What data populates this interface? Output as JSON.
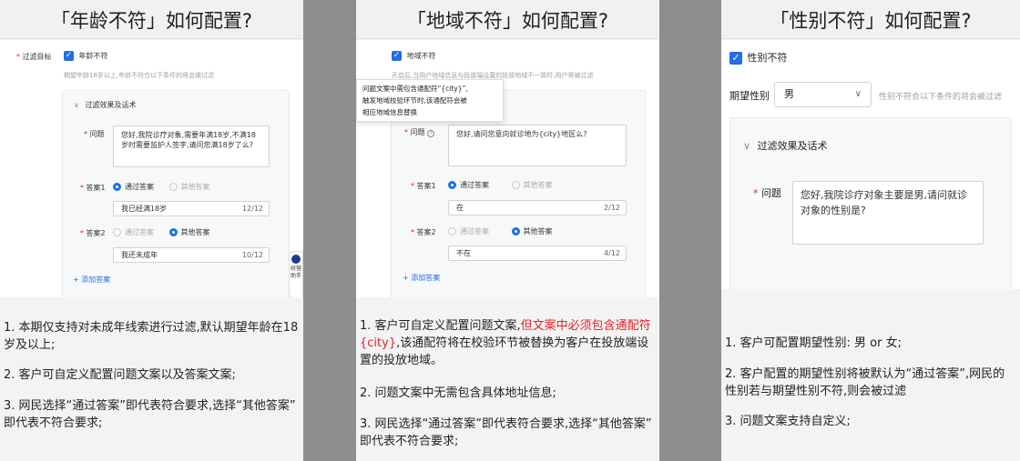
{
  "age": {
    "title": "「年龄不符」如何配置?",
    "filter_target_label": "过滤目标",
    "checkbox_label": "年龄不符",
    "hint": "期望年龄18岁以上,年龄不符合以下条件的将会被过滤",
    "section_title": "过滤效果及话术",
    "question_label": "问题",
    "question_text": "您好,我院诊疗对象,需要年满18岁,不满18岁时需要监护人签字,请问您满18岁了么?",
    "answer1_label": "答案1",
    "answer2_label": "答案2",
    "pass_answer": "通过答案",
    "other_answer": "其他答案",
    "answer1_value": "我已经满18岁",
    "answer1_count": "12/12",
    "answer2_value": "我还未成年",
    "answer2_count": "10/12",
    "add_answer": "+ 添加答案",
    "side_widget": "经营助手",
    "notes": [
      "1. 本期仅支持对未成年线索进行过滤,默认期望年龄在18岁及以上;",
      "2. 客户可自定义配置问题文案以及答案文案;",
      "3. 网民选择“通过答案”即代表符合要求,选择“其他答案” 即代表不符合要求;"
    ]
  },
  "region": {
    "title": "「地域不符」如何配置?",
    "checkbox_label": "地域不符",
    "hint": "开启后,当用户地域信息与投放端设置的投放地域不一致时,用户将被过滤",
    "tooltip_lines": [
      "问题文案中需包含通配符“{city}”,",
      "触发地域校验环节时,该通配符会被",
      "相应地域信息替换"
    ],
    "question_label": "问题",
    "question_text": "您好,请问您意向就诊地为{city}地区么?",
    "answer1_label": "答案1",
    "answer2_label": "答案2",
    "pass_answer": "通过答案",
    "other_answer": "其他答案",
    "answer1_value": "在",
    "answer1_count": "2/12",
    "answer2_value": "不在",
    "answer2_count": "4/12",
    "add_answer": "+ 添加答案",
    "notes": {
      "n1_a": "1. 客户可自定义配置问题文案,",
      "n1_red": "但文案中必须包含通配符{city}",
      "n1_b": ",该通配符将在校验环节被替换为客户在投放端设置的投放地域。",
      "n2": "2. 问题文案中无需包含具体地址信息;",
      "n3": "3. 网民选择“通过答案”即代表符合要求,选择“其他答案” 即代表不符合要求;"
    }
  },
  "gender": {
    "title": "「性别不符」如何配置?",
    "checkbox_label": "性别不符",
    "expected_label": "期望性别",
    "expected_value": "男",
    "hint": "性别不符合以下条件的将会被过滤",
    "section_title": "过滤效果及话术",
    "question_label": "问题",
    "question_text": "您好,我院诊疗对象主要是男,请问就诊对象的性别是?",
    "notes": [
      "1. 客户可配置期望性别: 男 or 女;",
      "2. 客户配置的期望性别将被默认为“通过答案”,网民的性别若与期望性别不符,则会被过滤",
      "3. 问题文案支持自定义;"
    ]
  },
  "colors": {
    "accent": "#1f6fe5",
    "required": "#e0212b",
    "divider": "#8e8e8e"
  }
}
